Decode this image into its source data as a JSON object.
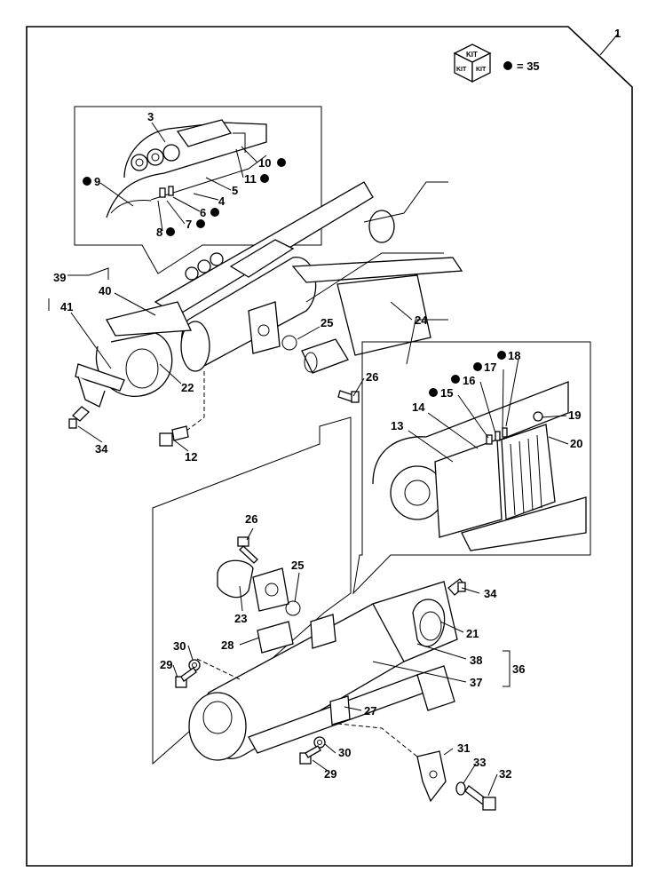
{
  "kit": {
    "badge_text": "KIT",
    "legend_text": "= 35"
  },
  "callouts": [
    {
      "id": "c1",
      "text": "1"
    },
    {
      "id": "c3",
      "text": "3"
    },
    {
      "id": "c4",
      "text": "4"
    },
    {
      "id": "c5",
      "text": "5"
    },
    {
      "id": "c6",
      "text": "6"
    },
    {
      "id": "c7",
      "text": "7"
    },
    {
      "id": "c8",
      "text": "8"
    },
    {
      "id": "c9",
      "text": "9"
    },
    {
      "id": "c10",
      "text": "10"
    },
    {
      "id": "c11",
      "text": "11"
    },
    {
      "id": "c12",
      "text": "12"
    },
    {
      "id": "c13",
      "text": "13"
    },
    {
      "id": "c14",
      "text": "14"
    },
    {
      "id": "c15",
      "text": "15"
    },
    {
      "id": "c16",
      "text": "16"
    },
    {
      "id": "c17",
      "text": "17"
    },
    {
      "id": "c18",
      "text": "18"
    },
    {
      "id": "c19",
      "text": "19"
    },
    {
      "id": "c20",
      "text": "20"
    },
    {
      "id": "c21",
      "text": "21"
    },
    {
      "id": "c22",
      "text": "22"
    },
    {
      "id": "c23",
      "text": "23"
    },
    {
      "id": "c24",
      "text": "24"
    },
    {
      "id": "c25a",
      "text": "25"
    },
    {
      "id": "c25b",
      "text": "25"
    },
    {
      "id": "c26a",
      "text": "26"
    },
    {
      "id": "c26b",
      "text": "26"
    },
    {
      "id": "c27",
      "text": "27"
    },
    {
      "id": "c28",
      "text": "28"
    },
    {
      "id": "c29a",
      "text": "29"
    },
    {
      "id": "c29b",
      "text": "29"
    },
    {
      "id": "c30a",
      "text": "30"
    },
    {
      "id": "c30b",
      "text": "30"
    },
    {
      "id": "c31",
      "text": "31"
    },
    {
      "id": "c32",
      "text": "32"
    },
    {
      "id": "c33",
      "text": "33"
    },
    {
      "id": "c34a",
      "text": "34"
    },
    {
      "id": "c34b",
      "text": "34"
    },
    {
      "id": "c36",
      "text": "36"
    },
    {
      "id": "c37",
      "text": "37"
    },
    {
      "id": "c38",
      "text": "38"
    },
    {
      "id": "c39",
      "text": "39"
    },
    {
      "id": "c40",
      "text": "40"
    },
    {
      "id": "c41",
      "text": "41"
    }
  ]
}
